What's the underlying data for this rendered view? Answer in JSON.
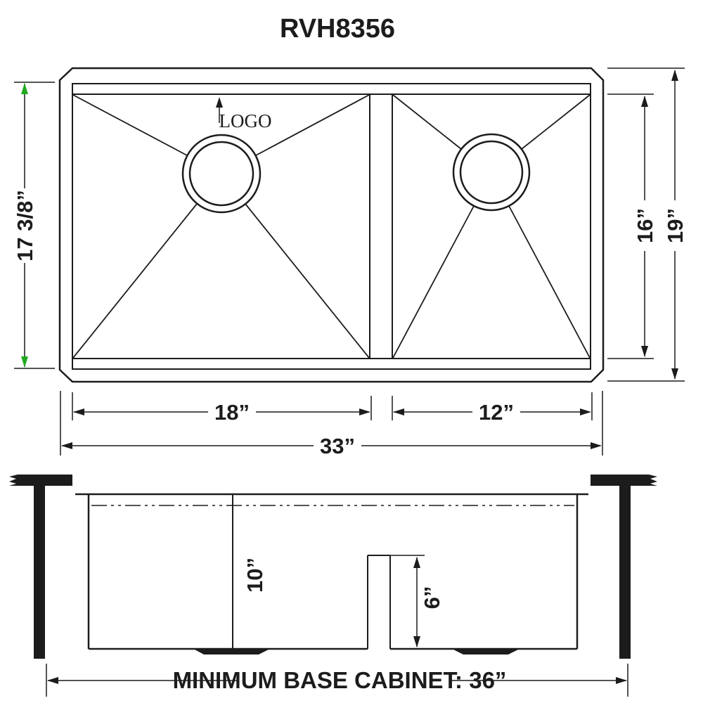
{
  "title": "RVH8356",
  "colors": {
    "line": "#1c1c1c",
    "accent_green": "#1faa1f",
    "bg": "#ffffff"
  },
  "top_view": {
    "logo_label": "LOGO",
    "dims": {
      "bowl_height": "17 3/8”",
      "inner_height": "16”",
      "overall_height": "19”",
      "left_bowl_width": "18”",
      "right_bowl_width": "12”",
      "overall_width": "33”"
    }
  },
  "front_view": {
    "dims": {
      "bowl_depth": "10”",
      "divider_height": "6”"
    },
    "cabinet_note": "MINIMUM BASE CABINET: 36”"
  }
}
